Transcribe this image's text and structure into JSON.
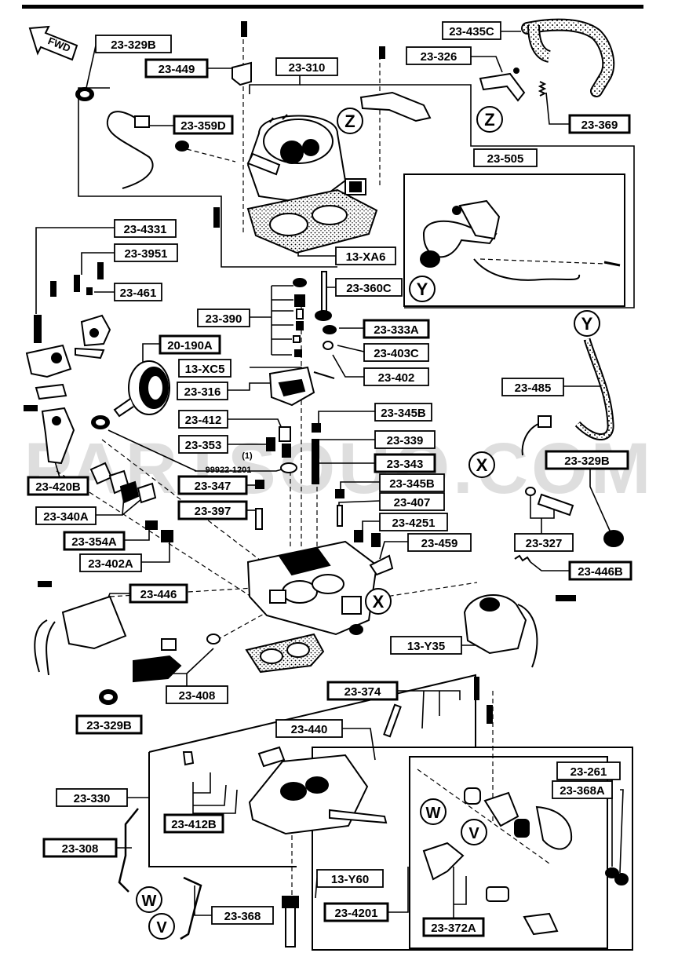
{
  "diagram": {
    "fwd_label": "FWD",
    "watermark": "PARTSOUQ.COM",
    "callouts": {
      "z": "Z",
      "y": "Y",
      "x": "X",
      "w": "W",
      "v": "V"
    },
    "labels": [
      {
        "id": "l1",
        "text": "23-329B",
        "boxed": false
      },
      {
        "id": "l2",
        "text": "23-449",
        "boxed": true
      },
      {
        "id": "l3",
        "text": "23-310",
        "boxed": false
      },
      {
        "id": "l4",
        "text": "23-435C",
        "boxed": false
      },
      {
        "id": "l5",
        "text": "23-326",
        "boxed": false
      },
      {
        "id": "l6",
        "text": "23-359D",
        "boxed": true
      },
      {
        "id": "l7",
        "text": "23-369",
        "boxed": true
      },
      {
        "id": "l8",
        "text": "23-505",
        "boxed": false
      },
      {
        "id": "l9",
        "text": "23-4331",
        "boxed": false
      },
      {
        "id": "l10",
        "text": "13-XA6",
        "boxed": false
      },
      {
        "id": "l11",
        "text": "23-3951",
        "boxed": false
      },
      {
        "id": "l12",
        "text": "23-461",
        "boxed": false
      },
      {
        "id": "l13",
        "text": "23-360C",
        "boxed": false
      },
      {
        "id": "l14",
        "text": "23-390",
        "boxed": false
      },
      {
        "id": "l15",
        "text": "23-333A",
        "boxed": true
      },
      {
        "id": "l16",
        "text": "20-190A",
        "boxed": true
      },
      {
        "id": "l17",
        "text": "23-403C",
        "boxed": false
      },
      {
        "id": "l18",
        "text": "13-XC5",
        "boxed": false
      },
      {
        "id": "l19",
        "text": "23-402",
        "boxed": false
      },
      {
        "id": "l20",
        "text": "23-485",
        "boxed": false
      },
      {
        "id": "l21",
        "text": "23-316",
        "boxed": false
      },
      {
        "id": "l22",
        "text": "23-345B",
        "boxed": false
      },
      {
        "id": "l23",
        "text": "23-412",
        "boxed": false
      },
      {
        "id": "l24",
        "text": "23-339",
        "boxed": false
      },
      {
        "id": "l25",
        "text": "23-353",
        "boxed": false
      },
      {
        "id": "l26",
        "text": "23-329B",
        "boxed": true
      },
      {
        "id": "l27",
        "text": "23-343",
        "boxed": true
      },
      {
        "id": "l28",
        "text": "(1)",
        "boxed": false
      },
      {
        "id": "l29",
        "text": "99922-1201",
        "boxed": false
      },
      {
        "id": "l30",
        "text": "23-420B",
        "boxed": true
      },
      {
        "id": "l31",
        "text": "23-347",
        "boxed": true
      },
      {
        "id": "l32",
        "text": "23-345B",
        "boxed": false
      },
      {
        "id": "l33",
        "text": "23-407",
        "boxed": false
      },
      {
        "id": "l34",
        "text": "23-340A",
        "boxed": false
      },
      {
        "id": "l35",
        "text": "23-397",
        "boxed": true
      },
      {
        "id": "l36",
        "text": "23-4251",
        "boxed": false
      },
      {
        "id": "l37",
        "text": "23-327",
        "boxed": false
      },
      {
        "id": "l38",
        "text": "23-354A",
        "boxed": true
      },
      {
        "id": "l39",
        "text": "23-459",
        "boxed": false
      },
      {
        "id": "l40",
        "text": "23-402A",
        "boxed": false
      },
      {
        "id": "l41",
        "text": "23-446B",
        "boxed": true
      },
      {
        "id": "l42",
        "text": "23-446",
        "boxed": true
      },
      {
        "id": "l43",
        "text": "13-Y35",
        "boxed": false
      },
      {
        "id": "l44",
        "text": "23-408",
        "boxed": false
      },
      {
        "id": "l45",
        "text": "23-374",
        "boxed": true
      },
      {
        "id": "l46",
        "text": "23-329B",
        "boxed": true
      },
      {
        "id": "l47",
        "text": "23-440",
        "boxed": false
      },
      {
        "id": "l48",
        "text": "23-261",
        "boxed": false
      },
      {
        "id": "l49",
        "text": "23-368A",
        "boxed": false
      },
      {
        "id": "l50",
        "text": "23-330",
        "boxed": false
      },
      {
        "id": "l51",
        "text": "23-412B",
        "boxed": true
      },
      {
        "id": "l52",
        "text": "23-308",
        "boxed": true
      },
      {
        "id": "l53",
        "text": "13-Y60",
        "boxed": false
      },
      {
        "id": "l54",
        "text": "23-4201",
        "boxed": true
      },
      {
        "id": "l55",
        "text": "23-368",
        "boxed": false
      },
      {
        "id": "l56",
        "text": "23-372A",
        "boxed": true
      }
    ]
  }
}
